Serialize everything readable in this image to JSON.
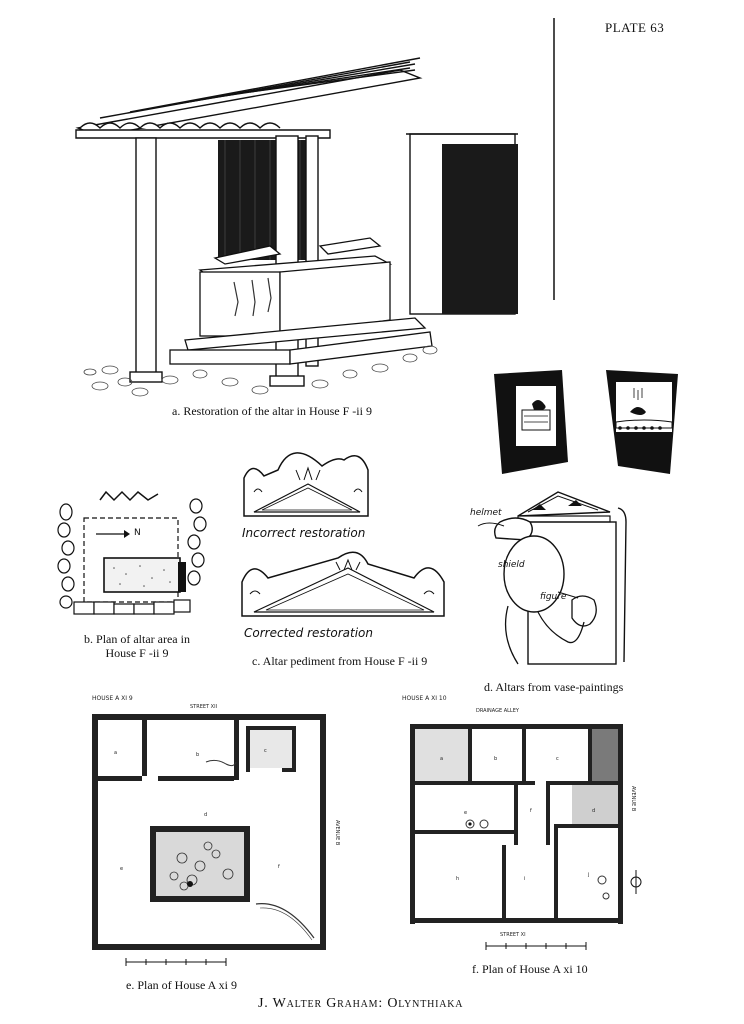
{
  "plate_label": "PLATE 63",
  "figures": {
    "a": {
      "caption": "a. Restoration of the altar in House F -ii 9"
    },
    "b": {
      "caption_line1": "b. Plan of altar area in",
      "caption_line2": "House F -ii 9",
      "north_label": "N"
    },
    "c": {
      "caption": "c. Altar pediment from House F -ii 9",
      "label_incorrect": "Incorrect restoration",
      "label_corrected": "Corrected restoration"
    },
    "d": {
      "caption": "d. Altars from vase-paintings",
      "label_helmet": "helmet",
      "label_shield": "shield",
      "label_figure": "figure"
    },
    "e": {
      "caption": "e. Plan of House A xi 9",
      "title": "HOUSE A XI 9",
      "street_label": "STREET XII",
      "avenue_label": "AVENUE B",
      "room_labels": [
        "a",
        "b",
        "c",
        "d",
        "e"
      ],
      "inner_label": "f"
    },
    "f": {
      "caption": "f. Plan of House A xi 10",
      "title": "HOUSE A XI 10",
      "alley_label": "DRAINAGE ALLEY",
      "street_label": "STREET XI",
      "avenue_label": "AVENUE B",
      "room_labels": [
        "a",
        "b",
        "c",
        "d",
        "e",
        "f",
        "h",
        "i",
        "j"
      ]
    }
  },
  "footer": "J. Walter Graham: Olynthiaka"
}
